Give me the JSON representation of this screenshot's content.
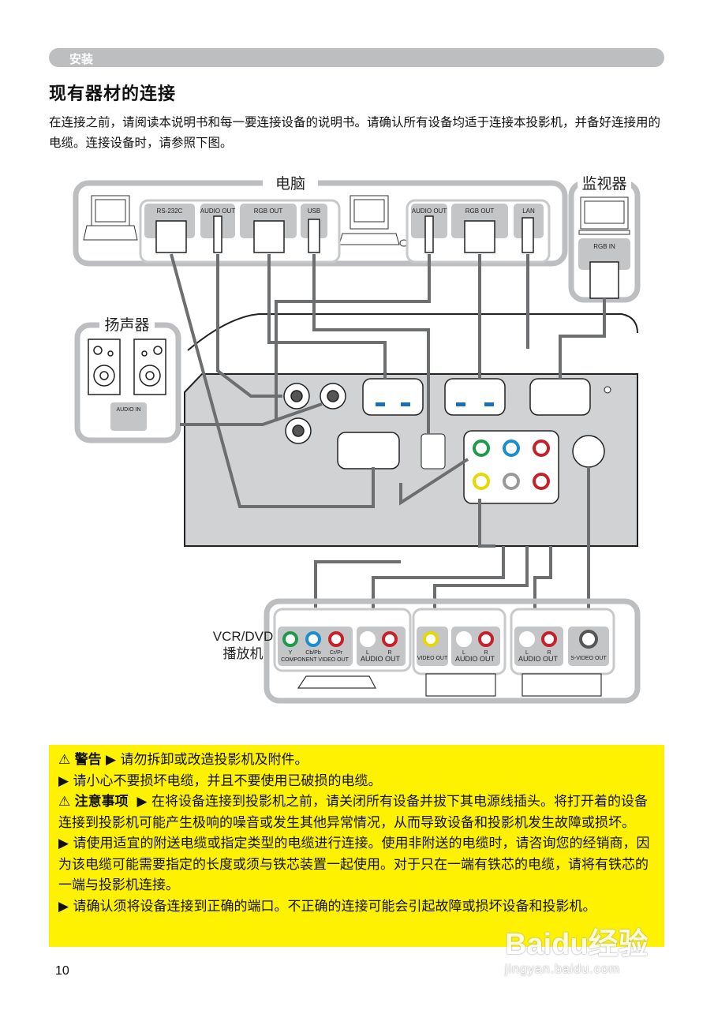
{
  "header": {
    "section": "安装"
  },
  "title": "现有器材的连接",
  "intro": "在连接之前，请阅读本说明书和每一要连接设备的说明书。请确认所有设备均适于连接本投影机，并备好连接用的电缆。连接设备时，请参照下图。",
  "diagram": {
    "groups": {
      "computer": "电脑",
      "monitor": "监视器",
      "speaker": "扬声器",
      "vcr_dvd_line1": "VCR/DVD",
      "vcr_dvd_line2": "播放机"
    },
    "computer_ports": [
      "RS-232C",
      "AUDIO OUT",
      "RGB OUT",
      "USB",
      "AUDIO OUT",
      "RGB OUT",
      "LAN"
    ],
    "monitor_port": "RGB IN",
    "speaker_port": "AUDIO IN",
    "vcr_ports": {
      "component_y": "Y",
      "component_cb": "Cb/Pb",
      "component_cr": "Cr/Pr",
      "component_label": "COMPONENT VIDEO OUT",
      "audio_l": "L",
      "audio_r": "R",
      "audio_label": "AUDIO OUT",
      "video_label": "VIDEO OUT",
      "svideo_label": "S-VIDEO OUT"
    },
    "colors": {
      "green": "#1e9a4a",
      "blue": "#1a8fd0",
      "red": "#c8202a",
      "yellow": "#e6d800",
      "cable": "#6d6e70",
      "panel": "#d1d2d4"
    }
  },
  "warnings": {
    "warning_label": "警告",
    "warning_1": "请勿拆卸或改造投影机及附件。",
    "warning_2": "请小心不要损坏电缆，并且不要使用已破损的电缆。",
    "caution_label": "注意事项",
    "caution_1": "在将设备连接到投影机之前，请关闭所有设备并拔下其电源线插头。将打开着的设备连接到投影机可能产生极响的噪音或发生其他异常情况，从而导致设备和投影机发生故障或损坏。",
    "caution_2": "请使用适宜的附送电缆或指定类型的电缆进行连接。使用非附送的电缆时，请咨询您的经销商，因为该电缆可能需要指定的长度或须与铁芯装置一起使用。对于只在一端有铁芯的电缆，请将有铁芯的一端与投影机连接。",
    "caution_3": "请确认须将设备连接到正确的端口。不正确的连接可能会引起故障或损坏设备和投影机。"
  },
  "footer": {
    "page_number": "10"
  },
  "watermark": {
    "brand": "Baidu经验",
    "url": "jingyan.baidu.com"
  }
}
